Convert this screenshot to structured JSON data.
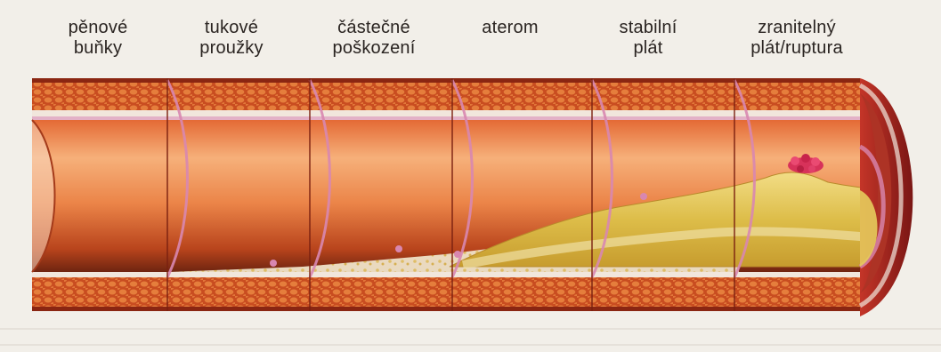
{
  "stages": [
    {
      "label": "pěnové\nbuňky"
    },
    {
      "label": "tukové\nproužky"
    },
    {
      "label": "částečné\npoškození"
    },
    {
      "label": "aterom"
    },
    {
      "label": "stabilní\nplát"
    },
    {
      "label": "zranitelný\nplát/ruptura"
    }
  ],
  "colors": {
    "background": "#f2efe9",
    "wall_outer": "#c8491f",
    "wall_dark": "#8a2612",
    "intima_white": "#f1e6dc",
    "lumen_light": "#f4a367",
    "lumen_dark": "#c3451c",
    "plaque_yellow": "#e6cc5c",
    "plaque_pale": "#efe0a4",
    "rupture_red": "#d7325a",
    "edge_pink": "#d887b0"
  }
}
